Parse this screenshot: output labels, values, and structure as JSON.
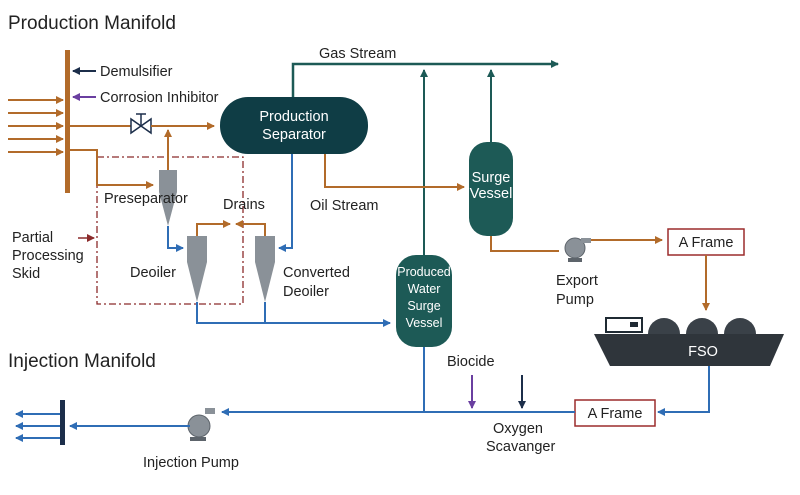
{
  "titles": {
    "production_manifold": "Production Manifold",
    "injection_manifold": "Injection Manifold"
  },
  "chemicals": {
    "demulsifier": "Demulsifier",
    "corrosion_inhibitor": "Corrosion Inhibitor",
    "biocide": "Biocide",
    "oxygen_scavenger": [
      "Oxygen",
      "Scavanger"
    ]
  },
  "equipment": {
    "production_separator": [
      "Production",
      "Separator"
    ],
    "surge_vessel": [
      "Surge",
      "Vessel"
    ],
    "produced_water_surge_vessel": [
      "Produced",
      "Water",
      "Surge",
      "Vessel"
    ],
    "preseparator": "Preseparator",
    "deoiler": "Deoiler",
    "converted_deoiler": [
      "Converted",
      "Deoiler"
    ],
    "export_pump": [
      "Export",
      "Pump"
    ],
    "injection_pump": "Injection Pump",
    "a_frame_top": "A Frame",
    "a_frame_bottom": "A Frame",
    "fso": "FSO",
    "partial_processing_skid": [
      "Partial",
      "Processing",
      "Skid"
    ]
  },
  "streams": {
    "gas_stream": "Gas Stream",
    "oil_stream": "Oil Stream",
    "drains": "Drains"
  },
  "colors": {
    "oil": "#b26b2a",
    "water": "#2f6db5",
    "gas": "#1d5a56",
    "vessel": "#0f3d45",
    "navy": "#1c2e4a",
    "purple": "#6a3fa0",
    "skid": "#8b2b2b",
    "aframe_border": "#9b2c2c"
  }
}
